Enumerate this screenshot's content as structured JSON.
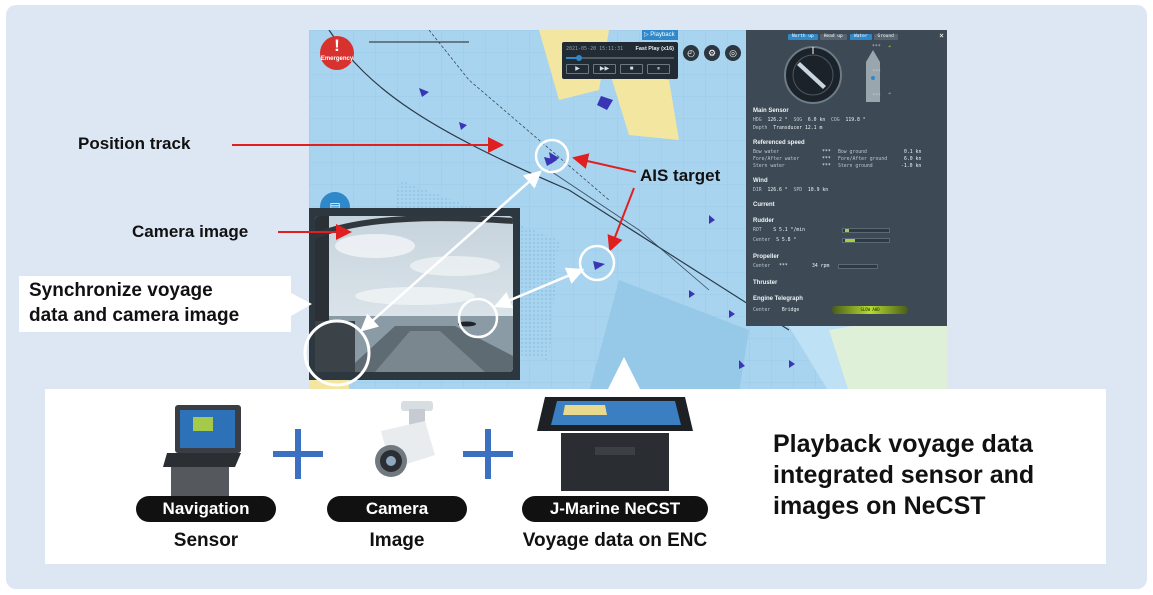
{
  "chart_ui": {
    "emergency_label": "Emergency",
    "playback_tag": "Playback",
    "playback_date": "2021-05-20 15:11:31",
    "playback_speed": "Fast Play (x16)",
    "playback_progress": 0.12,
    "controls": [
      "▶",
      "▶▶",
      "■",
      "⏸"
    ]
  },
  "sensor_panel": {
    "tabs_left": [
      "North up",
      "Head up"
    ],
    "tabs_right": [
      "Water",
      "Ground"
    ],
    "close": "×",
    "main_sensor_title": "Main Sensor",
    "hdg_label": "HDG",
    "hdg_value": "126.2 °",
    "sog_label": "SOG",
    "sog_value": "6.0 kn",
    "cog_label": "COG",
    "cog_value": "119.8 °",
    "depth_label": "Depth",
    "depth_value": "Transducer 12.1 m",
    "ref_speed_title": "Referenced speed",
    "bow_water": "Bow water",
    "bow_water_val": "***",
    "fore_after_water": "Fore/After water",
    "fore_after_water_val": "***",
    "stern_water": "Stern water",
    "stern_water_val": "***",
    "bow_ground": "Bow ground",
    "bow_ground_val": "0.1 kn",
    "fore_after_ground": "Fore/After ground",
    "fore_after_ground_val": "6.0 kn",
    "stern_ground": "Stern ground",
    "stern_ground_val": "-1.0 kn",
    "wind_title": "Wind",
    "dir_label": "DIR",
    "dir_value": "126.6 °",
    "spd_label": "SPD",
    "spd_value": "10.9 kn",
    "current_title": "Current",
    "rudder_title": "Rudder",
    "rot_label": "ROT",
    "rot_value": "S 5.1 °/min",
    "center_label": "Center",
    "rudder_center_value": "S 5.8 °",
    "propeller_title": "Propeller",
    "prop_center_value": "***",
    "prop_rpm": "34 rpm",
    "thruster_title": "Thruster",
    "telegraph_title": "Engine Telegraph",
    "telegraph_center": "Center",
    "telegraph_bridge": "Bridge",
    "telegraph_state": "SLOW AHD",
    "compass_vals": [
      "***",
      "***",
      "***"
    ]
  },
  "labels": {
    "position_track": "Position track",
    "ais_target": "AIS target",
    "camera_image": "Camera image",
    "sync_line1": "Synchronize voyage",
    "sync_line2": "data and camera image"
  },
  "bottom": {
    "nav_pill": "Navigation",
    "nav_sub": "Sensor",
    "cam_pill": "Camera",
    "cam_sub": "Image",
    "necst_pill": "J-Marine NeCST",
    "necst_sub": "Voyage data on ENC",
    "headline_line1": "Playback voyage data",
    "headline_line2": "integrated sensor and",
    "headline_line3": "images on NeCST"
  },
  "colors": {
    "accent_blue": "#2f88c9",
    "plus_blue": "#3c71c2",
    "arrow_red": "#e02020",
    "sea": "#a9d4ef",
    "land": "#f3e6a1"
  }
}
